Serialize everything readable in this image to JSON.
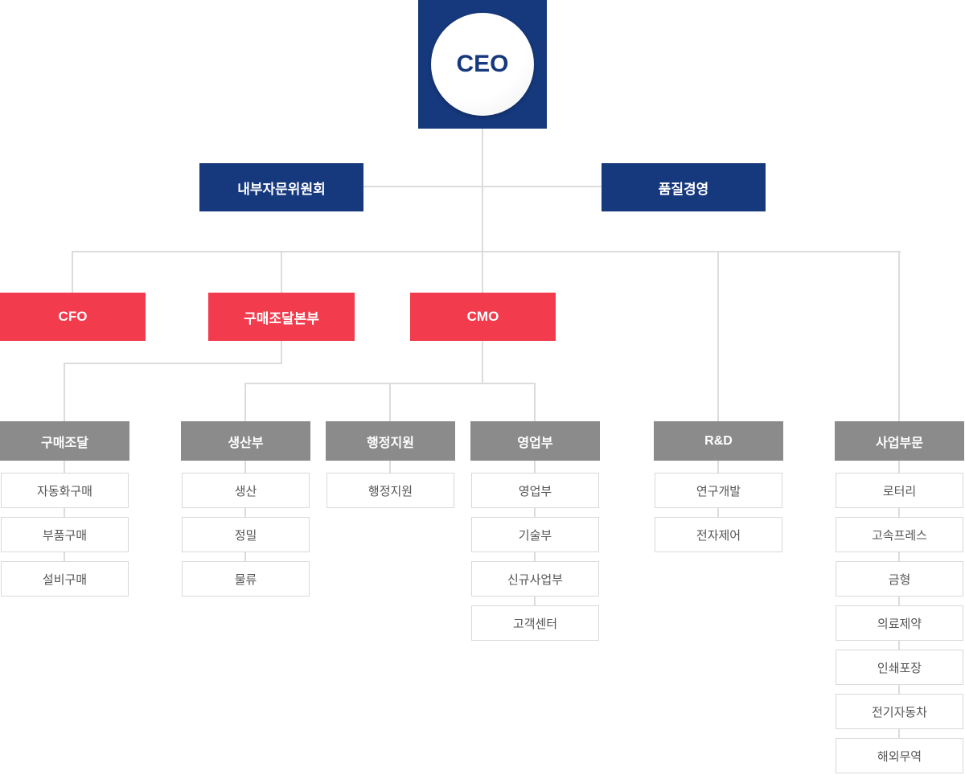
{
  "root": {
    "label": "CEO"
  },
  "staff": [
    {
      "label": "내부자문위원회"
    },
    {
      "label": "품질경영"
    }
  ],
  "executives": [
    {
      "label": "CFO"
    },
    {
      "label": "구매조달본부"
    },
    {
      "label": "CMO"
    }
  ],
  "departments": [
    {
      "label": "구매조달",
      "children": [
        "자동화구매",
        "부품구매",
        "설비구매"
      ]
    },
    {
      "label": "생산부",
      "children": [
        "생산",
        "정밀",
        "물류"
      ]
    },
    {
      "label": "행정지원",
      "children": [
        "행정지원"
      ]
    },
    {
      "label": "영업부",
      "children": [
        "영업부",
        "기술부",
        "신규사업부",
        "고객센터"
      ]
    },
    {
      "label": "R&D",
      "children": [
        "연구개발",
        "전자제어"
      ]
    },
    {
      "label": "사업부문",
      "children": [
        "로터리",
        "고속프레스",
        "금형",
        "의료제약",
        "인쇄포장",
        "전기자동차",
        "해외무역"
      ]
    }
  ],
  "colors": {
    "navy": "#16387c",
    "red": "#f23b4c",
    "gray": "#8b8b8b",
    "line": "#dcdcdc",
    "child_border": "#d9d9d9",
    "child_text": "#555555"
  }
}
